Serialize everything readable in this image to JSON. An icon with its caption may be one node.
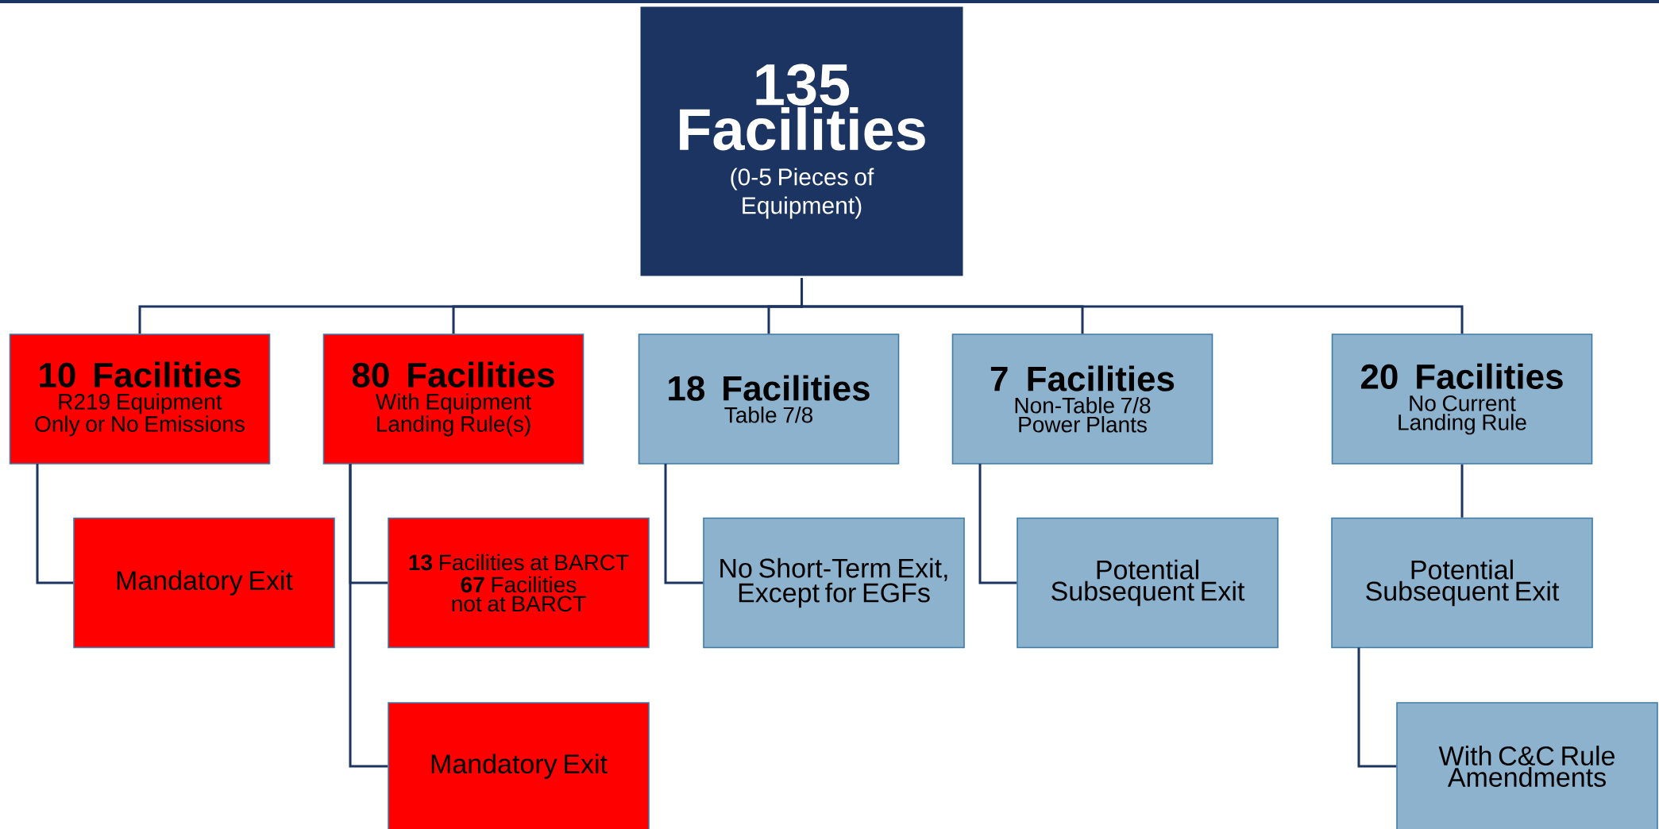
{
  "diagram": {
    "nodes": [
      {
        "text": [
          "135 Facilities",
          "(0-5 Pieces of Equipment)"
        ]
      },
      {
        "text": [
          "10 Facilities",
          "R219 Equipment Only or No Emissions"
        ]
      },
      {
        "text": [
          "80 Facilities",
          "With Equipment Landing Rule(s)"
        ]
      },
      {
        "text": [
          "18 Facilities",
          "Table 7/8"
        ]
      },
      {
        "text": [
          "7 Facilities",
          "Non-Table 7/8 Power Plants"
        ]
      },
      {
        "text": [
          "20 Facilities",
          "No Current Landing Rule"
        ]
      },
      {
        "text": [
          "Mandatory Exit"
        ]
      },
      {
        "text": [
          "**13** Facilities at BARCT",
          "**67** Facilities not at BARCT"
        ]
      },
      {
        "text": [
          "No Short-Term Exit, Except for EGFs"
        ]
      },
      {
        "text": [
          "Potential Subsequent Exit"
        ]
      },
      {
        "text": [
          "Potential Subsequent Exit"
        ]
      },
      {
        "text": [
          "Mandatory Exit"
        ]
      },
      {
        "text": [
          "With C&C Rule Amendments"
        ]
      }
    ],
    "edges": [
      {
        "from": 0,
        "to": 1,
        "arrow": "none"
      },
      {
        "from": 0,
        "to": 2,
        "arrow": "none"
      },
      {
        "from": 0,
        "to": 3,
        "arrow": "none"
      },
      {
        "from": 0,
        "to": 4,
        "arrow": "none"
      },
      {
        "from": 0,
        "to": 5,
        "arrow": "none"
      },
      {
        "from": 1,
        "to": 6,
        "arrow": "none"
      },
      {
        "from": 2,
        "to": 7,
        "arrow": "none"
      },
      {
        "from": 2,
        "to": 11,
        "arrow": "none"
      },
      {
        "from": 3,
        "to": 8,
        "arrow": "none"
      },
      {
        "from": 4,
        "to": 9,
        "arrow": "none"
      },
      {
        "from": 5,
        "to": 10,
        "arrow": "none"
      },
      {
        "from": 10,
        "to": 12,
        "arrow": "none"
      }
    ]
  }
}
